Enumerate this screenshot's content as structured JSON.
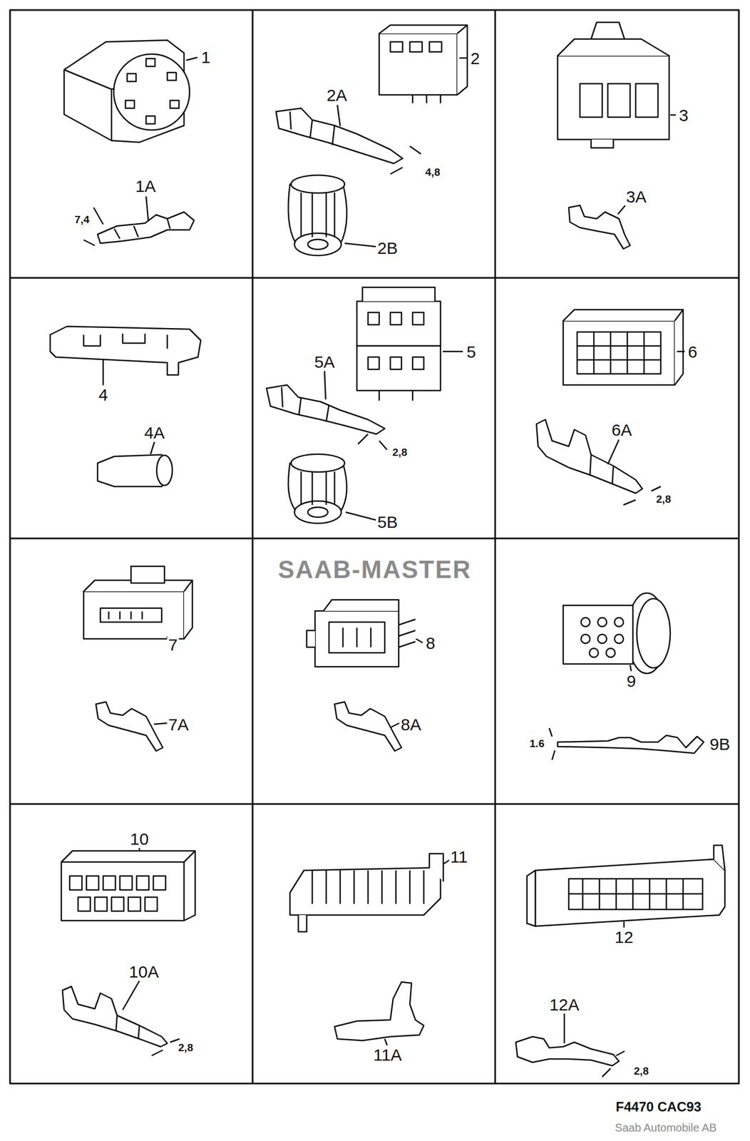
{
  "diagram": {
    "labels": [
      "1",
      "7,4",
      "1A",
      "2",
      "2A",
      "4,8",
      "2B",
      "3",
      "3A",
      "4",
      "4A",
      "5",
      "5A",
      "2,8",
      "5B",
      "6",
      "6A",
      "2,8",
      "SAAB-MASTER",
      "7",
      "7A",
      "8",
      "8A",
      "9",
      "1.6",
      "9B",
      "10",
      "10A",
      "2,8",
      "11",
      "11A",
      "12",
      "12A",
      "2,8",
      "F4470 CAC93",
      "Saab Automobile AB"
    ]
  }
}
